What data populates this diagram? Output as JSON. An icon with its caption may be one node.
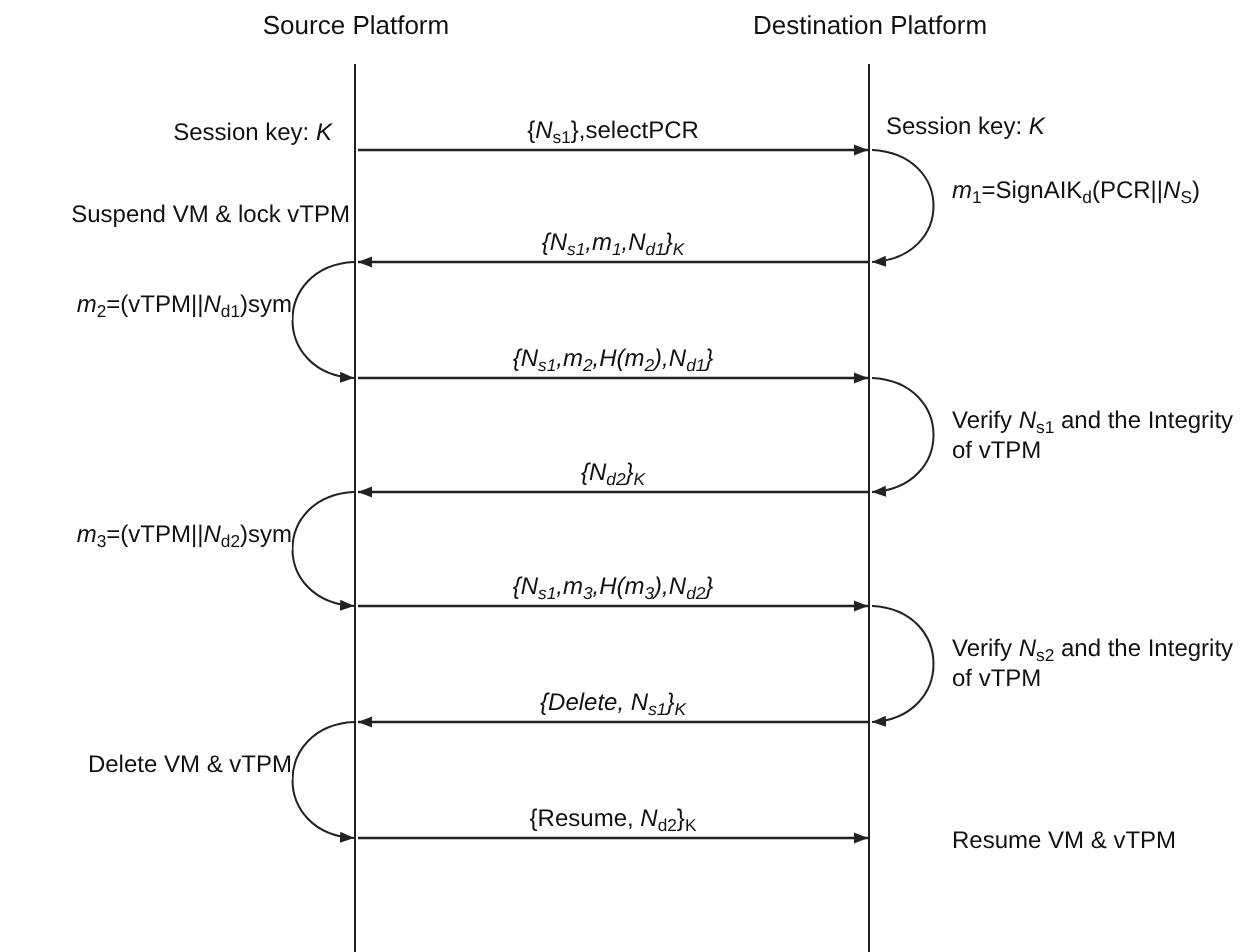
{
  "diagram": {
    "nodes": [
      {
        "text": [
          "Source Platform"
        ]
      },
      {
        "text": [
          "Destination Platform"
        ]
      }
    ],
    "edges": [
      {
        "from": 0,
        "to": 1,
        "arrow": "to",
        "label": "{*N*$_{s1}$},selectPCR"
      },
      {
        "from": 1,
        "to": 1,
        "arrow": "to",
        "label": "*m*$_{1}$=SignAIK$_{d}$(PCR||*N*$_{S}$)"
      },
      {
        "from": 1,
        "to": 0,
        "arrow": "to",
        "label": "{*N*$_{s1}$,*m*$_{1}$,*N*$_{d1}$}$_{K}$"
      },
      {
        "from": 0,
        "to": 0,
        "arrow": "to",
        "label": "*m*$_{2}$=(vTPM||*N*$_{d1}$)sym"
      },
      {
        "from": 0,
        "to": 1,
        "arrow": "to",
        "label": "{*N*$_{s1}$,*m*$_{2}$,H(*m*$_{2}$),*N*$_{d1}$}"
      },
      {
        "from": 1,
        "to": 1,
        "arrow": "to",
        "label": "Verify *N*$_{s1}$ and the Integrity of vTPM"
      },
      {
        "from": 1,
        "to": 0,
        "arrow": "to",
        "label": "{*N*$_{d2}$}$_{K}$"
      },
      {
        "from": 0,
        "to": 0,
        "arrow": "to",
        "label": "*m*$_{3}$=(vTPM||*N*$_{d2}$)sym"
      },
      {
        "from": 0,
        "to": 1,
        "arrow": "to",
        "label": "{*N*$_{s1}$,*m*$_{3}$,H(*m*$_{3}$),*N*$_{d2}$}"
      },
      {
        "from": 1,
        "to": 1,
        "arrow": "to",
        "label": "Verify *N*$_{s2}$ and the Integrity of vTPM"
      },
      {
        "from": 1,
        "to": 0,
        "arrow": "to",
        "label": "{*Delete*, *N*$_{s1}$}$_{K}$"
      },
      {
        "from": 0,
        "to": 0,
        "arrow": "to",
        "label": "Delete VM & vTPM"
      },
      {
        "from": 0,
        "to": 1,
        "arrow": "to",
        "label": "{Resume, *N*$_{d2}$}$_{K}$"
      }
    ],
    "labels": [
      "Session key: *K*",
      "Session key: *K*",
      "Suspend VM & lock vTPM",
      "Resume VM & vTPM"
    ]
  }
}
